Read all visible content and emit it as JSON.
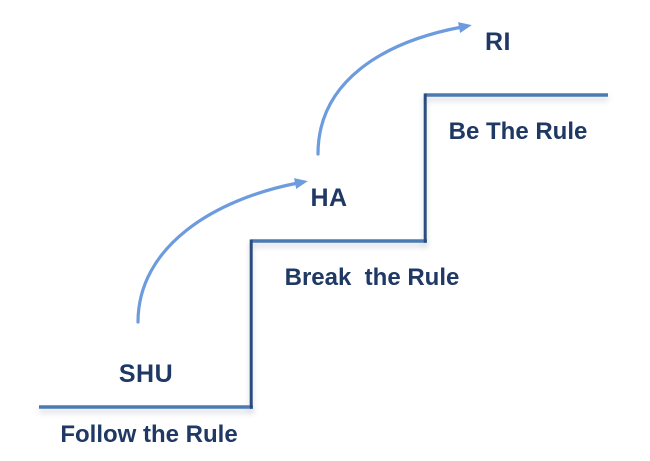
{
  "diagram": {
    "name": "Shu Ha Ri staircase diagram",
    "colors": {
      "label_text": "#1F3864",
      "step_horizontal_line": "#4B7AB3",
      "step_vertical_line": "#2B4C7E",
      "arrow": "#6C9BDE",
      "background": "#FFFFFF"
    },
    "levels": [
      {
        "stage_label": "SHU",
        "rule_label": "Follow the Rule"
      },
      {
        "stage_label": "HA",
        "rule_label": "Break  the Rule"
      },
      {
        "stage_label": "RI",
        "rule_label": "Be The Rule"
      }
    ],
    "icons": {
      "arrow_shu_to_ha": "curved-up-right-arrow",
      "arrow_ha_to_ri": "curved-up-right-arrow"
    }
  }
}
